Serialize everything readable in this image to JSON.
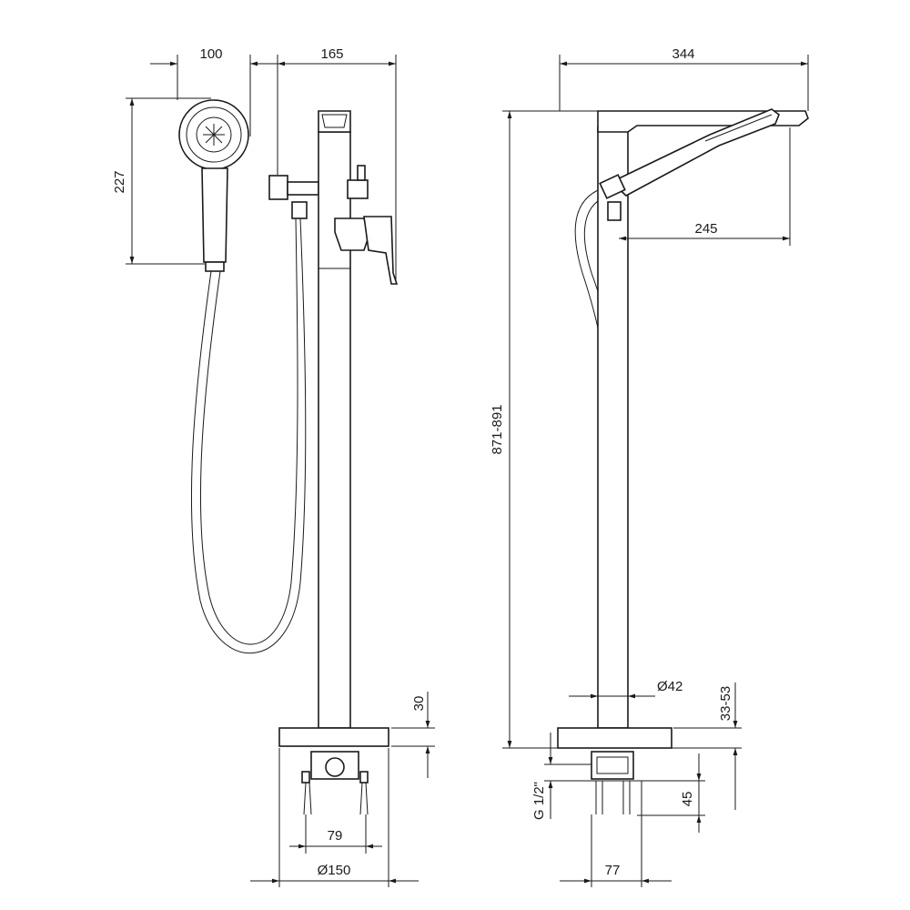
{
  "drawing": {
    "front_view": {
      "dimensions": {
        "head_width": "100",
        "spout_offset": "165",
        "head_height": "227",
        "base_height": "30",
        "bolt_spacing": "79",
        "base_diameter": "Ø150"
      }
    },
    "side_view": {
      "dimensions": {
        "total_depth": "344",
        "spout_reach": "245",
        "total_height": "871-891",
        "column_diameter": "Ø42",
        "adjustment_range": "33-53",
        "thread": "G 1/2\"",
        "fixing_height": "45",
        "fixing_width": "77"
      }
    },
    "colors": {
      "line": "#1a1a1a",
      "background": "#ffffff"
    }
  }
}
